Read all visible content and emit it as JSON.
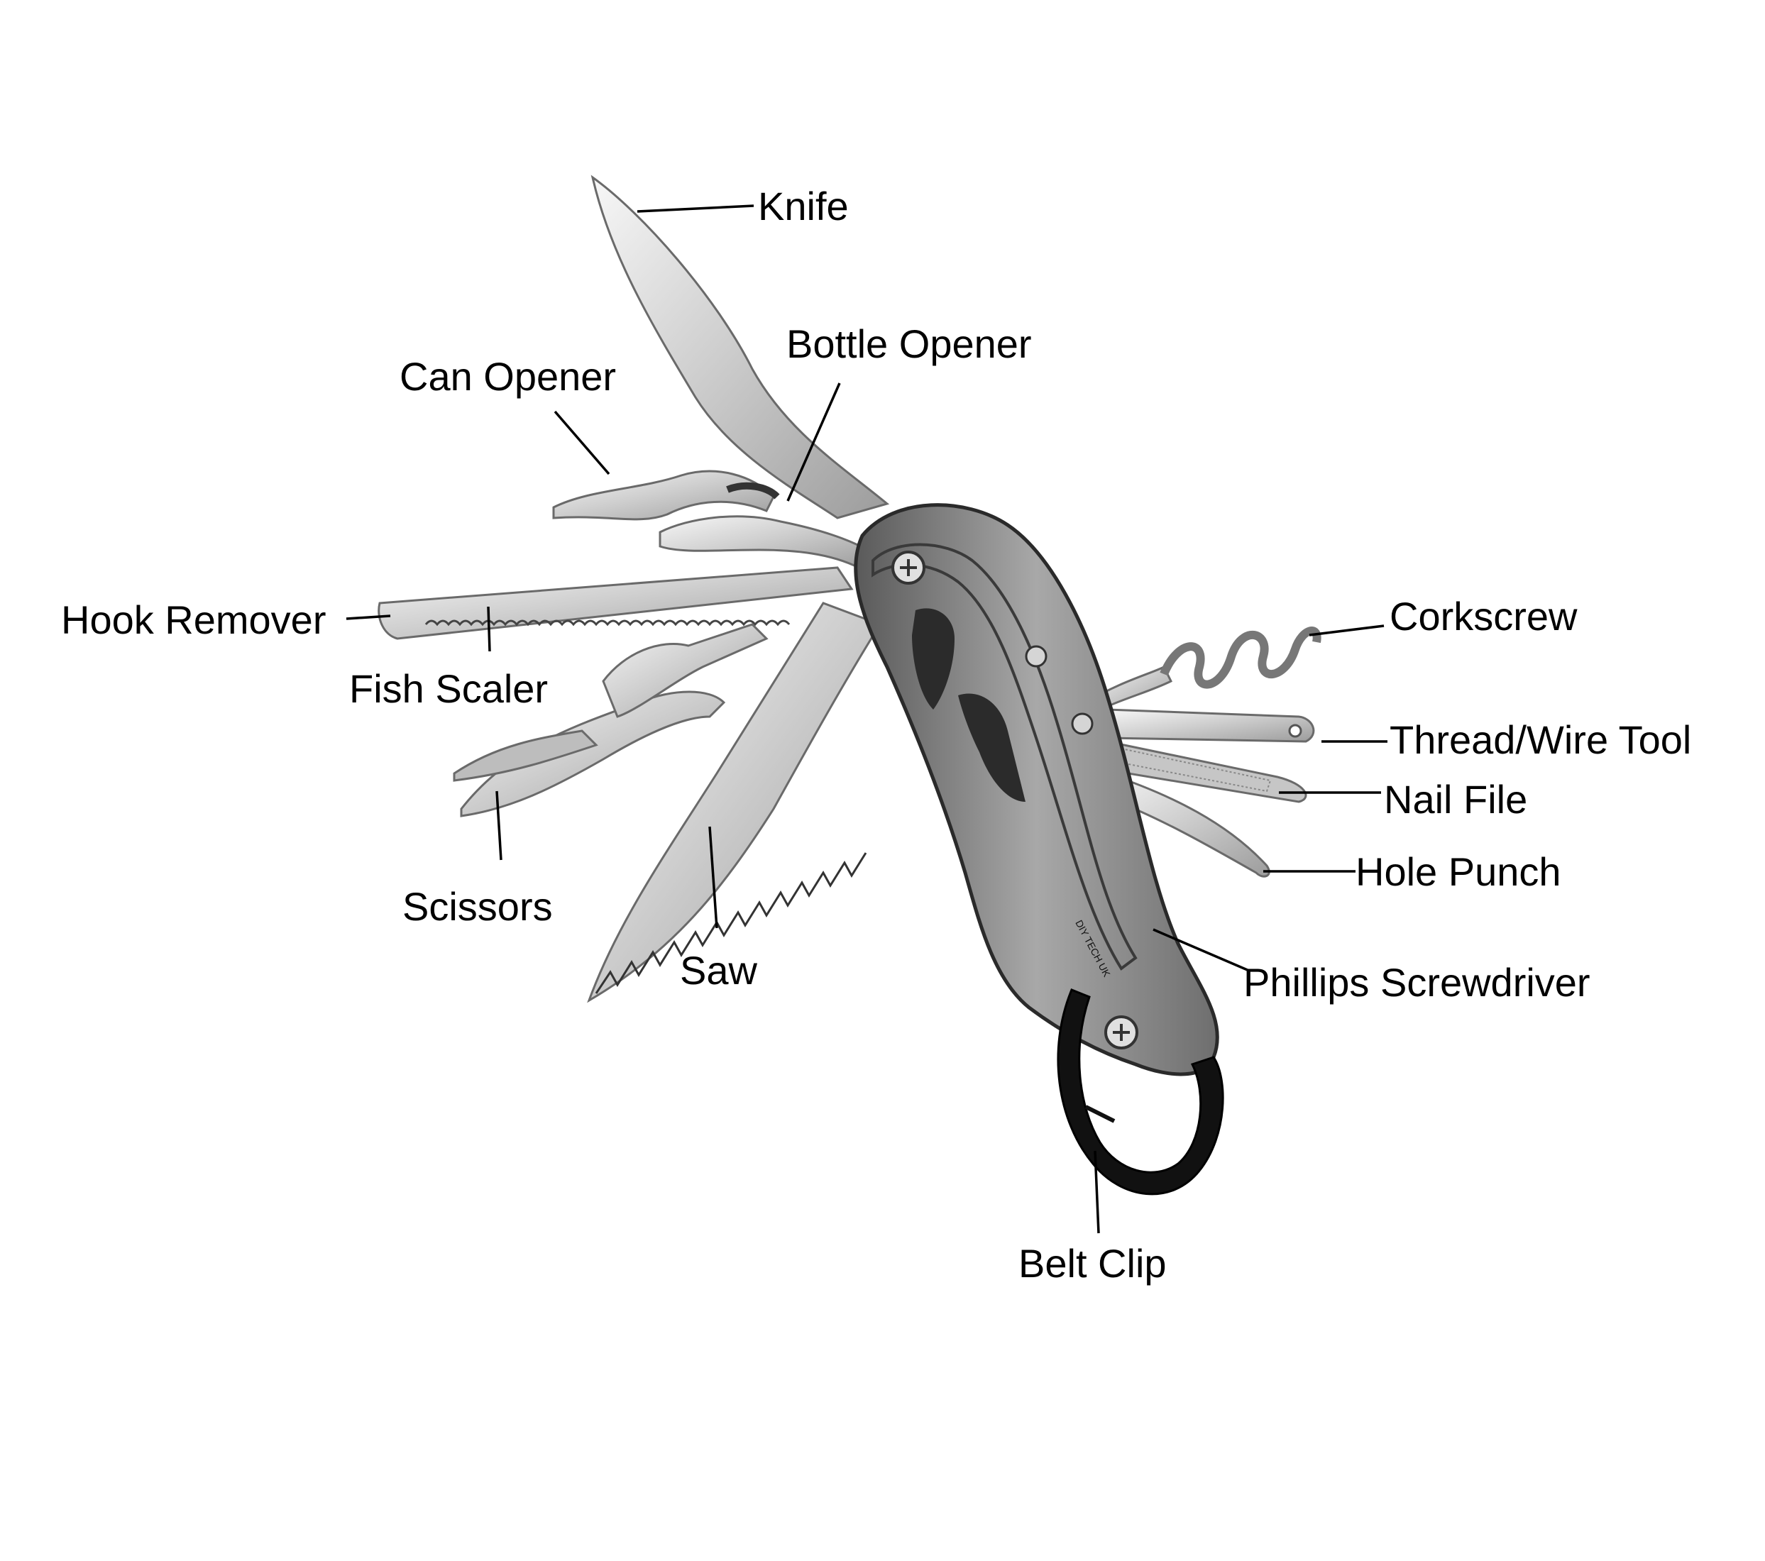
{
  "labels": {
    "knife": "Knife",
    "bottle_opener": "Bottle Opener",
    "can_opener": "Can Opener",
    "hook_remover": "Hook Remover",
    "fish_scaler": "Fish Scaler",
    "scissors": "Scissors",
    "saw": "Saw",
    "corkscrew": "Corkscrew",
    "thread_wire_tool": "Thread/Wire Tool",
    "nail_file": "Nail File",
    "hole_punch": "Hole Punch",
    "phillips_screwdriver": "Phillips Screwdriver",
    "belt_clip": "Belt Clip"
  },
  "logo_text": "DIY TECH UK",
  "colors": {
    "steel": "#d8d8d8",
    "steel_dark": "#9a9a9a",
    "handle": "#7d7d7d",
    "rubber": "#2b2b2b",
    "clip": "#111111"
  }
}
